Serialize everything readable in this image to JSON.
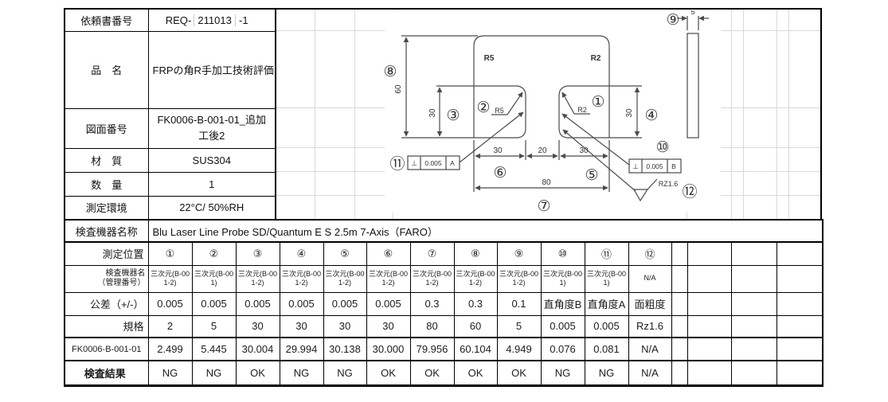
{
  "info": {
    "rows": [
      {
        "label": "依頼書番号",
        "value_parts": [
          "REQ-",
          "211013",
          "-1"
        ]
      },
      {
        "label": "品　名",
        "value": "FRPの角R手加工技術評価"
      },
      {
        "label": "図面番号",
        "value": "FK0006-B-001-01_追加工後2"
      },
      {
        "label": "材　質",
        "value": "SUS304"
      },
      {
        "label": "数　量",
        "value": "1"
      },
      {
        "label": "測定環境",
        "value": "22°C/ 50%RH"
      },
      {
        "label": "検査機器名称",
        "value": "Blu Laser Line Probe SD/Quantum E S 2.5m 7-Axis（FARO）"
      }
    ]
  },
  "results_table": {
    "rows": [
      {
        "key": "measure-position",
        "label": "測定位置",
        "values": [
          "①",
          "②",
          "③",
          "④",
          "⑤",
          "⑥",
          "⑦",
          "⑧",
          "⑨",
          "⑩",
          "⑪",
          "⑫"
        ]
      },
      {
        "key": "equipment-id",
        "label": "検査機器名\n（管理番号）",
        "values": [
          "三次元(B-001-2)",
          "三次元(B-001)",
          "三次元(B-001-2)",
          "三次元(B-001-2)",
          "三次元(B-001-2)",
          "三次元(B-001-2)",
          "三次元(B-001-2)",
          "三次元(B-001-2)",
          "三次元(B-001-2)",
          "三次元(B-001)",
          "三次元(B-001)",
          "N/A"
        ]
      },
      {
        "key": "tolerance",
        "label": "公差（+/-）",
        "values": [
          "0.005",
          "0.005",
          "0.005",
          "0.005",
          "0.005",
          "0.005",
          "0.3",
          "0.3",
          "0.1",
          "直角度B",
          "直角度A",
          "面粗度"
        ]
      },
      {
        "key": "standard",
        "label": "規格",
        "values": [
          "2",
          "5",
          "30",
          "30",
          "30",
          "30",
          "80",
          "60",
          "5",
          "0.005",
          "0.005",
          "Rz1.6"
        ]
      },
      {
        "key": "measured-value",
        "label": "FK0006-B-001-01",
        "values": [
          "2.499",
          "5.445",
          "30.004",
          "29.994",
          "30.138",
          "30.000",
          "79.956",
          "60.104",
          "4.949",
          "0.076",
          "0.081",
          "N/A"
        ]
      },
      {
        "key": "inspection-result",
        "label": "検査結果",
        "values": [
          "NG",
          "NG",
          "OK",
          "NG",
          "NG",
          "OK",
          "OK",
          "OK",
          "OK",
          "NG",
          "NG",
          "N/A"
        ]
      }
    ],
    "empty_trailing_columns": 4
  },
  "drawing": {
    "balloons": [
      "①",
      "②",
      "③",
      "④",
      "⑤",
      "⑥",
      "⑦",
      "⑧",
      "⑨",
      "⑩",
      "⑪",
      "⑫"
    ],
    "dims": {
      "overall_height": "60",
      "left_height": "30",
      "right_height": "30",
      "bottom_left": "30",
      "bottom_center": "20",
      "bottom_right": "30",
      "overall_width": "80",
      "thickness": "5"
    },
    "corner_labels": {
      "top_left": "R5",
      "top_right": "R2",
      "slot_left": "R5",
      "slot_right": "R2"
    },
    "fcf_a": {
      "symbol": "⊥",
      "tolerance": "0.005",
      "datum": "A"
    },
    "fcf_b": {
      "symbol": "⊥",
      "tolerance": "0.005",
      "datum": "B"
    },
    "surface_roughness": "RZ1.6"
  },
  "colors": {
    "ng": "#ff0000",
    "ok": "#3d3d3d",
    "grid": "#d9d9d9",
    "line": "#4a4a4a"
  }
}
